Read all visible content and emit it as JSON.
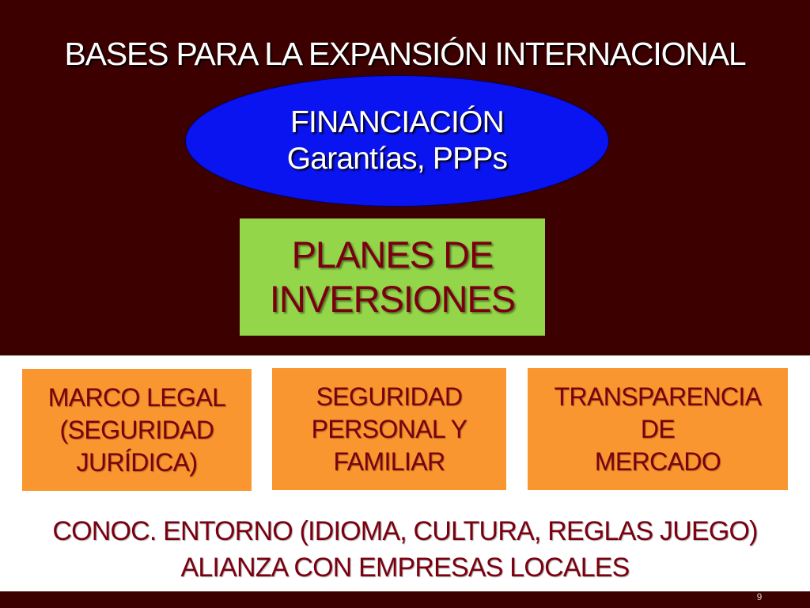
{
  "slide": {
    "title": "BASES PARA LA EXPANSIÓN INTERNACIONAL",
    "financing": {
      "line1": "FINANCIACIÓN",
      "line2": "Garantías, PPPs"
    },
    "investment_plans": {
      "line1": "PLANES DE",
      "line2": "INVERSIONES"
    },
    "pillars": [
      {
        "line1": "MARCO LEGAL",
        "line2": "(SEGURIDAD",
        "line3": "JURÍDICA)"
      },
      {
        "line1": "SEGURIDAD",
        "line2": "PERSONAL Y",
        "line3": "FAMILIAR"
      },
      {
        "line1": "TRANSPARENCIA",
        "line2": "DE",
        "line3": "MERCADO"
      }
    ],
    "foundation": {
      "line1": "CONOC. ENTORNO (IDIOMA, CULTURA, REGLAS JUEGO)",
      "line2": "ALIANZA CON EMPRESAS LOCALES"
    },
    "page_number": "9"
  },
  "colors": {
    "background_dark": "#3d0000",
    "background_light": "#ffffff",
    "ellipse_fill": "#0a14f0",
    "green_box": "#94d64a",
    "orange_box": "#f9962f",
    "dark_red_text": "#7a0010",
    "white_text": "#ffffff"
  }
}
